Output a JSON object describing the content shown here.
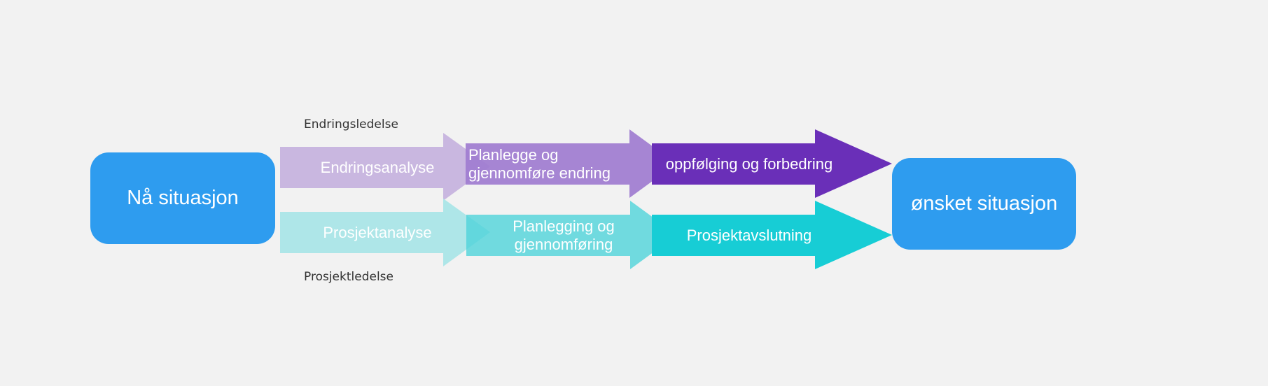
{
  "start_box": {
    "label": "Nå situasjon"
  },
  "end_box": {
    "label": "ønsket situasjon"
  },
  "lanes": {
    "top": {
      "label": "Endringsledelse",
      "steps": [
        {
          "label": "Endringsanalyse",
          "color": "#c9b7e0"
        },
        {
          "label_lines": [
            "Planlegge og",
            "gjennomføre endring"
          ],
          "color": "#a07cd0"
        },
        {
          "label": "oppfølging og forbedring",
          "color": "#6a2fb8"
        }
      ]
    },
    "bottom": {
      "label": "Prosjektledelse",
      "steps": [
        {
          "label": "Prosjektanalyse",
          "color": "#aee6e8"
        },
        {
          "label_lines": [
            "Planlegging og",
            "gjennomføring"
          ],
          "color": "#6ad9dd"
        },
        {
          "label": "Prosjektavslutning",
          "color": "#17cdd5"
        }
      ]
    }
  },
  "colors": {
    "background": "#f2f2f2",
    "box": "#2e9cef",
    "text_on_shape": "#ffffff",
    "lane_label": "#333333"
  }
}
